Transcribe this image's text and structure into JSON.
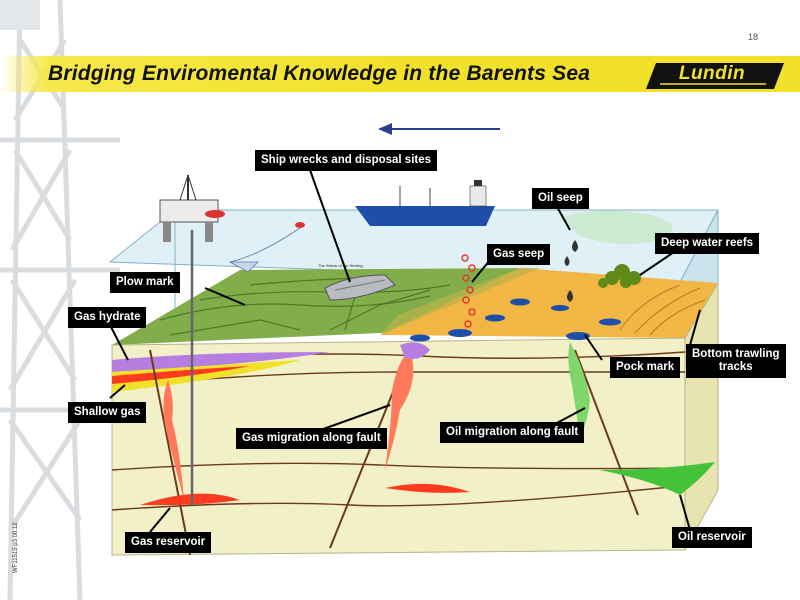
{
  "page_number": "18",
  "title": "Bridging Enviromental Knowledge in the Barents Sea",
  "logo_text": "Lundin",
  "footer_ref": "WF11515 p3 08.12",
  "wreck_caption": "The Wreck of the Herring",
  "labels": {
    "ship_wrecks": "Ship wrecks and disposal sites",
    "oil_seep": "Oil seep",
    "deep_water_reefs": "Deep water reefs",
    "gas_seep": "Gas seep",
    "plow_mark": "Plow mark",
    "gas_hydrate": "Gas hydrate",
    "shallow_gas": "Shallow gas",
    "pock_mark": "Pock mark",
    "bottom_trawling_line1": "Bottom trawling",
    "bottom_trawling_line2": "tracks",
    "gas_migration": "Gas migration along fault",
    "oil_migration": "Oil migration along fault",
    "gas_reservoir": "Gas reservoir",
    "oil_reservoir": "Oil reservoir"
  },
  "colors": {
    "title_band": "#f2e12a",
    "sea": "#d8eef4",
    "seabed_left": "#7fae4a",
    "seabed_right": "#f0b040",
    "sediment": "#f1efc4",
    "gas": "#ff3b1f",
    "oil": "#44c23a",
    "hydrate": "#b57be0",
    "label_bg": "#000000"
  }
}
